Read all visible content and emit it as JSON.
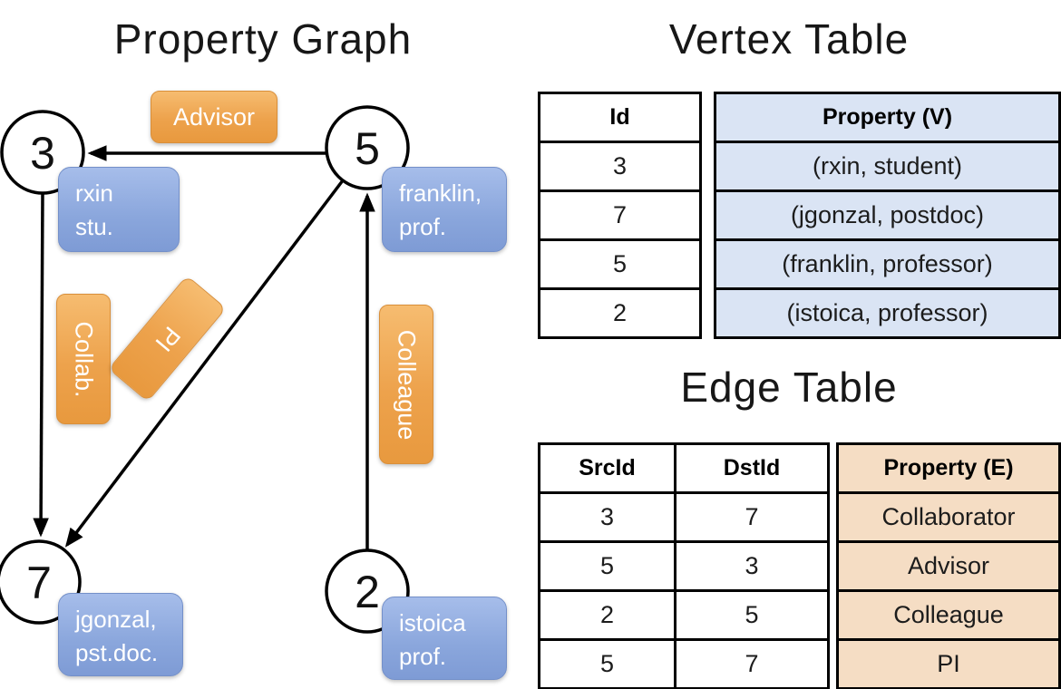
{
  "graph": {
    "title": "Property Graph",
    "nodes": {
      "n3": {
        "id": "3",
        "prop_line1": "rxin",
        "prop_line2": "stu."
      },
      "n5": {
        "id": "5",
        "prop_line1": "franklin,",
        "prop_line2": "prof."
      },
      "n7": {
        "id": "7",
        "prop_line1": "jgonzal,",
        "prop_line2": "pst.doc."
      },
      "n2": {
        "id": "2",
        "prop_line1": "istoica",
        "prop_line2": "prof."
      }
    },
    "edge_labels": {
      "advisor": "Advisor",
      "collab": "Collab.",
      "pi": "PI",
      "colleague": "Colleague"
    }
  },
  "vertex_table": {
    "title": "Vertex Table",
    "id_header": "Id",
    "property_header": "Property (V)",
    "rows": [
      {
        "id": "3",
        "property": "(rxin, student)"
      },
      {
        "id": "7",
        "property": "(jgonzal, postdoc)"
      },
      {
        "id": "5",
        "property": "(franklin, professor)"
      },
      {
        "id": "2",
        "property": "(istoica, professor)"
      }
    ]
  },
  "edge_table": {
    "title": "Edge Table",
    "src_header": "SrcId",
    "dst_header": "DstId",
    "property_header": "Property (E)",
    "rows": [
      {
        "src": "3",
        "dst": "7",
        "property": "Collaborator"
      },
      {
        "src": "5",
        "dst": "3",
        "property": "Advisor"
      },
      {
        "src": "2",
        "dst": "5",
        "property": "Colleague"
      },
      {
        "src": "5",
        "dst": "7",
        "property": "PI"
      }
    ]
  },
  "colors": {
    "edge_label_orange": "#eda24c",
    "vertex_label_blue": "#8aa6dc",
    "vertex_table_fill": "#dae4f4",
    "edge_table_fill": "#f5ddc4",
    "line_black": "#000000"
  }
}
